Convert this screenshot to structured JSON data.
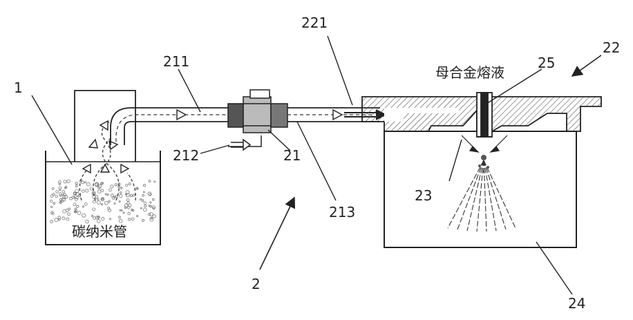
{
  "labels": {
    "l1": "1",
    "l2": "2",
    "l21": "21",
    "l22": "22",
    "l23": "23",
    "l24": "24",
    "l25": "25",
    "l211": "211",
    "l212": "212",
    "l213": "213",
    "l221": "221"
  },
  "text": {
    "container_contents": "碳纳米管",
    "melt": "母合金熔液"
  }
}
